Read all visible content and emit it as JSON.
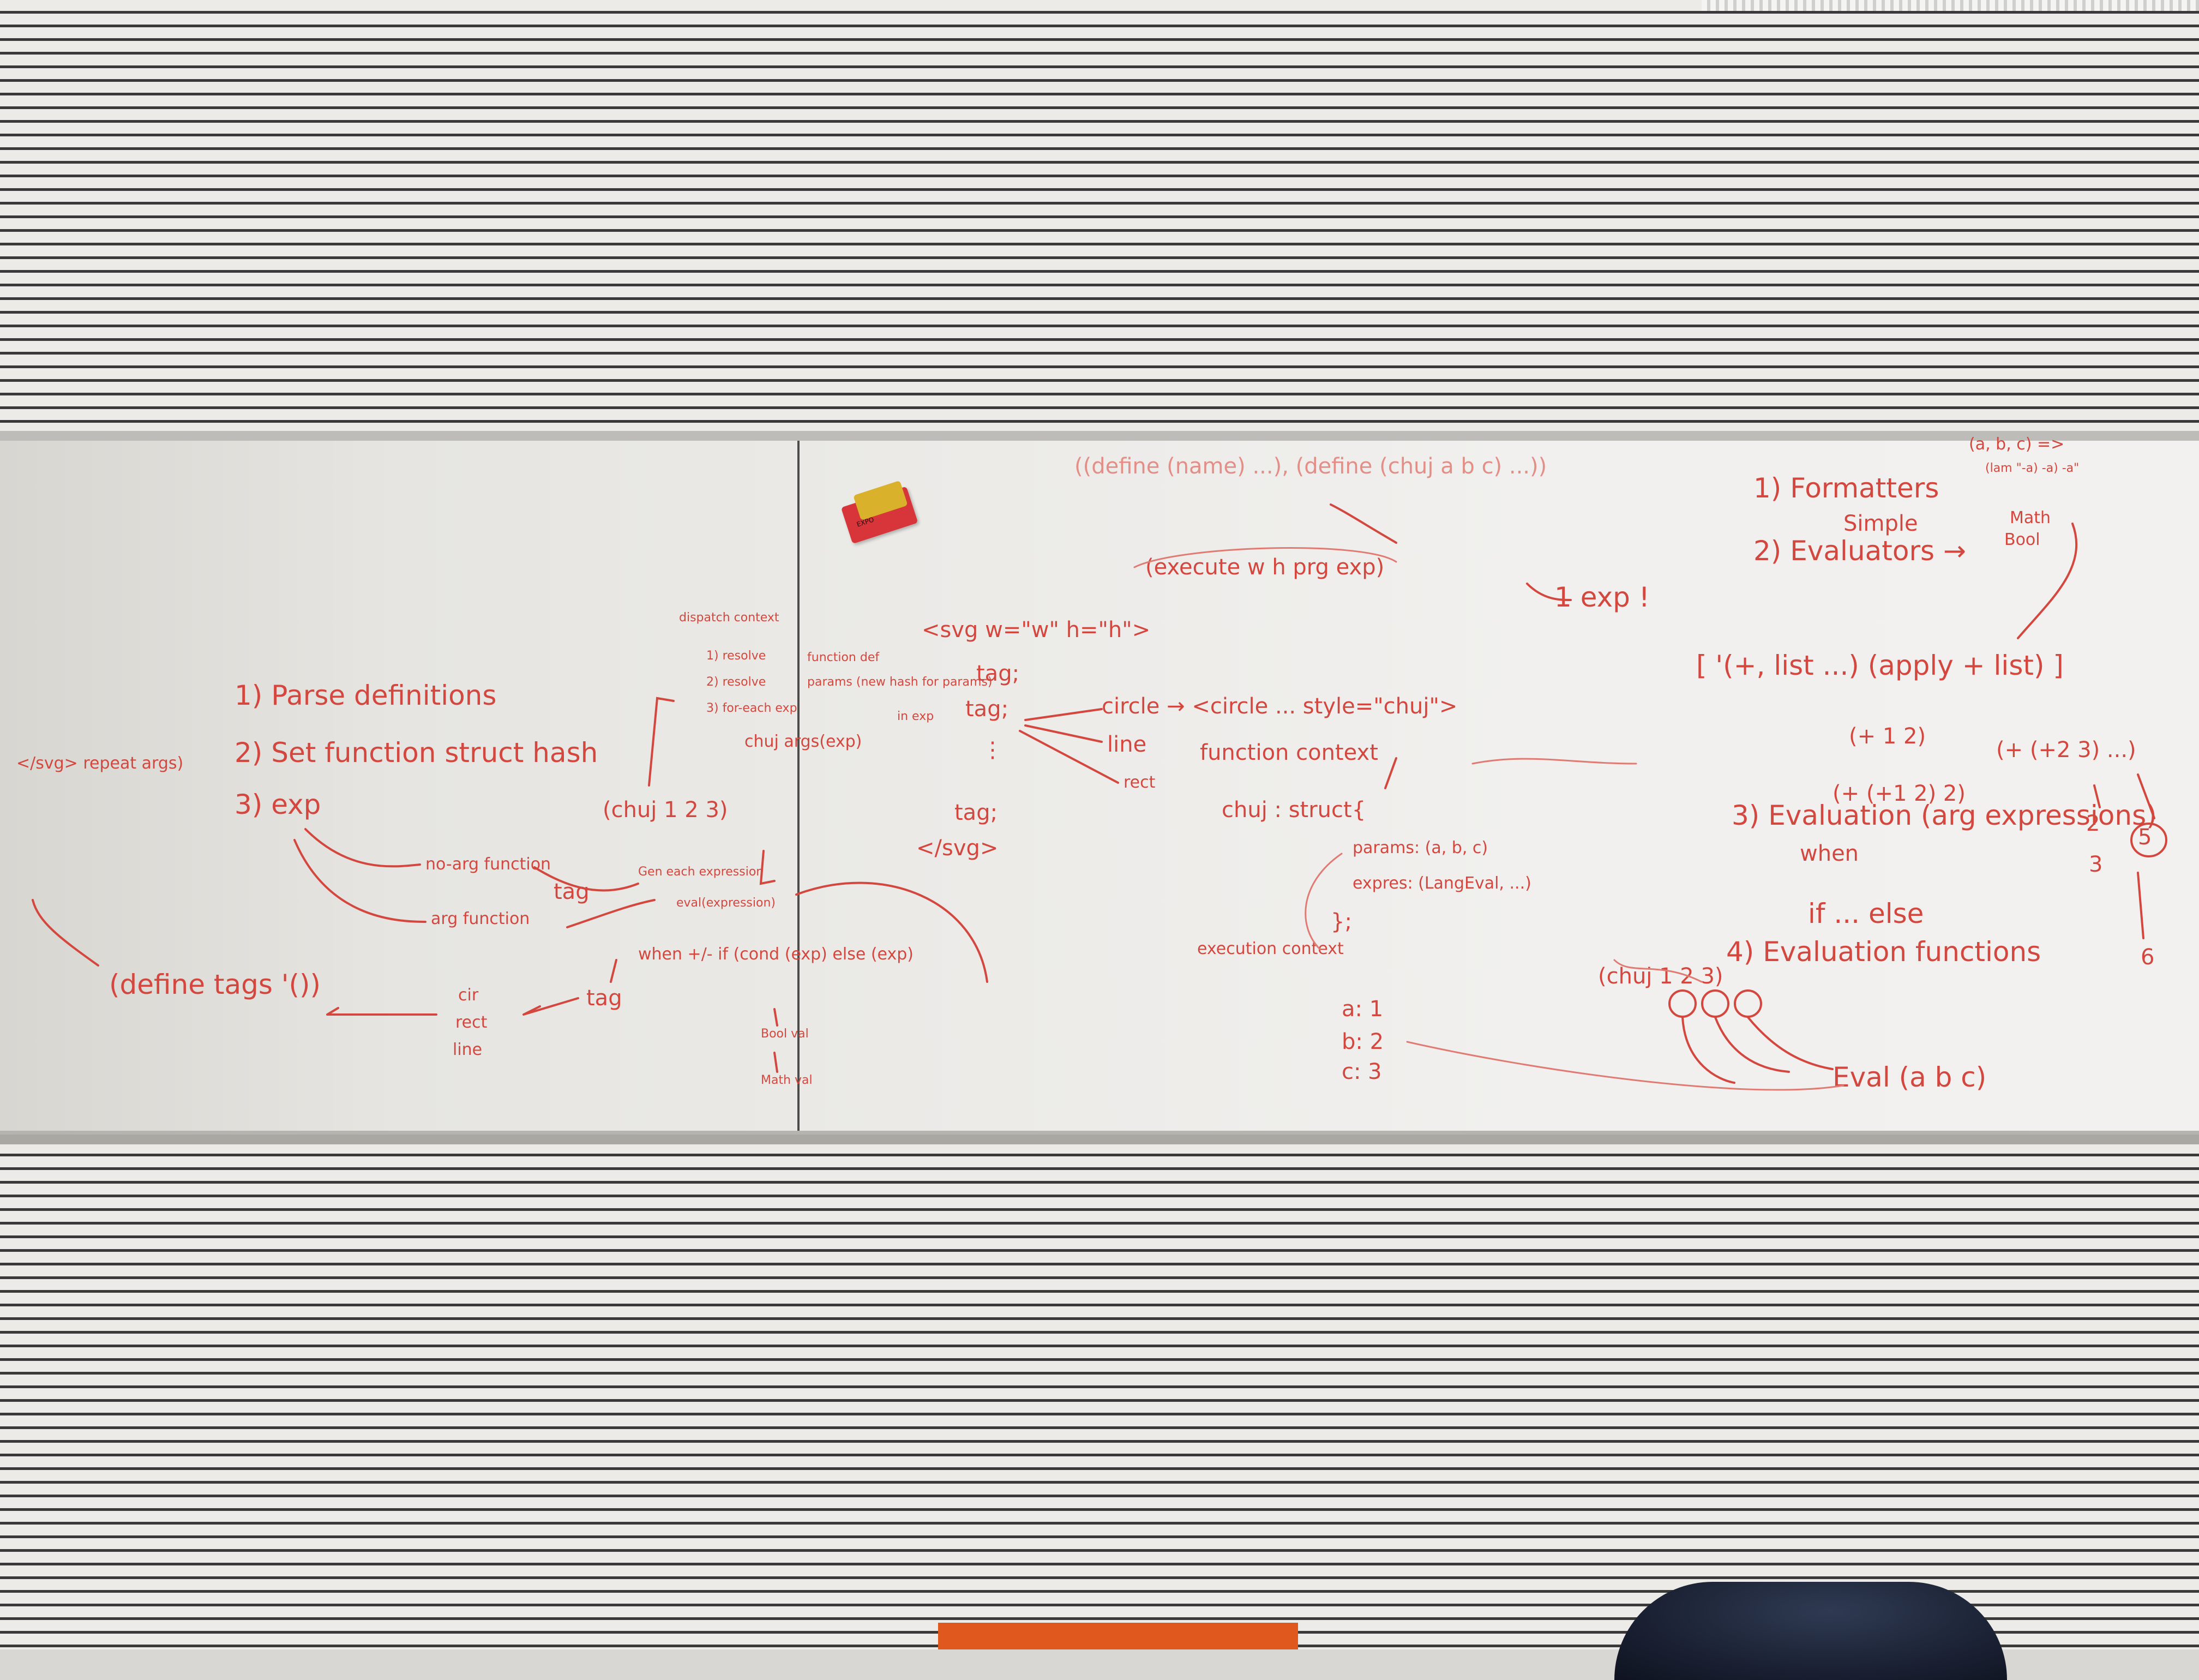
{
  "board": {
    "left": {
      "list_header": "1) Parse definitions",
      "list_item_2": "2) Set function struct hash",
      "list_item_3": "3) exp",
      "side_svg": "</svg> repeat args)",
      "chuj_call": "(chuj 1 2 3)",
      "dispatch_note": "dispatch context",
      "resolve_1": "1) resolve",
      "resolve_2": "2) resolve",
      "resolve_3": "3) for-each exp",
      "function_def": "function def",
      "params_note": "params (new hash for params)",
      "in_exp": "in exp",
      "chuj_args": "chuj args(exp)",
      "no_arg": "no-arg function",
      "arg_function": "arg function",
      "tag_1": "tag",
      "gen_eval": "Gen each expression",
      "eval_expression": "eval(expression)",
      "when_line": "when +/- if (cond (exp) else (exp)",
      "tag_2": "tag",
      "shapes_cir": "cir",
      "shapes_rect": "rect",
      "shapes_line": "line",
      "define_tags": "(define tags '())",
      "bool_val": "Bool val",
      "math_val": "Math val"
    },
    "middle": {
      "define_line": "((define (name) ...), (define (chuj a b c) ...))",
      "execute_line": "(execute w h prg exp)",
      "exp_note": "1 exp !",
      "svg_open": "<svg w=\"w\" h=\"h\">",
      "tag_a": "tag;",
      "tag_b": "tag;",
      "dots": "⋮",
      "tag_c": "tag;",
      "svg_close": "</svg>",
      "circle_line": "circle → <circle ... style=\"chuj\">",
      "line_item": "line",
      "rect_item": "rect",
      "function_context": "function context",
      "struct_head": "chuj : struct{",
      "params": "params: (a, b, c)",
      "expres": "expres: (LangEval, ...)",
      "struct_close": "};",
      "execution_context": "execution context",
      "var_a": "a: 1",
      "var_b": "b: 2",
      "var_c": "c: 3"
    },
    "right": {
      "abc_note": "(a, b, c) =>",
      "lambda_note": "(lam \"-a) -a) -a\"",
      "item_1": "1) Formatters",
      "simple": "Simple",
      "item_2": "2) Evaluators →",
      "math_label": "Math",
      "bool_label": "Bool",
      "list_apply": "[ '(+, list ...)   (apply + list) ]",
      "sum_1": "(+ 1 2)",
      "sum_2": "(+ (+2 3) ...)",
      "sum_3": "(+ (+1 2) 2)",
      "item_3": "3) Evaluation (arg expressions)",
      "when_label": "when",
      "num_2": "2",
      "num_3": "3",
      "num_6": "6",
      "circled": "5",
      "if_else": "if ... else",
      "item_4": "4) Evaluation functions",
      "chuj_call_2": "(chuj 1 2 3)",
      "eval_label": "Eval (a b c)"
    }
  },
  "eraser": {
    "brand": "EXPO"
  }
}
